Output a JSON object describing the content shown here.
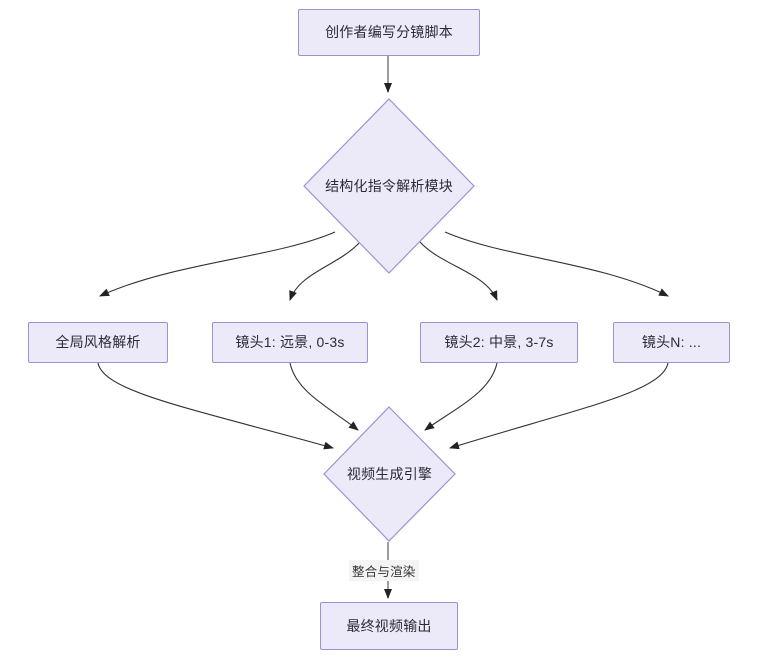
{
  "diagram": {
    "type": "flowchart",
    "direction": "top-down",
    "background_color": "#ffffff",
    "node_fill_color": "#ECEAF9",
    "node_border_color": "#9E90D4",
    "node_text_color": "#2b2b35",
    "edge_color": "#333333",
    "edge_label_bg_color": "#f4f4f4"
  },
  "nodes": {
    "start": {
      "label": "创作者编写分镜脚本",
      "shape": "rect"
    },
    "parser": {
      "label": "结构化指令解析模块",
      "shape": "diamond"
    },
    "style": {
      "label": "全局风格解析",
      "shape": "rect"
    },
    "shot1": {
      "label": "镜头1: 远景, 0-3s",
      "shape": "rect"
    },
    "shot2": {
      "label": "镜头2: 中景, 3-7s",
      "shape": "rect"
    },
    "shotN": {
      "label": "镜头N: ...",
      "shape": "rect"
    },
    "engine": {
      "label": "视频生成引擎",
      "shape": "diamond"
    },
    "output": {
      "label": "最终视频输出",
      "shape": "rect"
    }
  },
  "edges": [
    {
      "from": "start",
      "to": "parser",
      "label": ""
    },
    {
      "from": "parser",
      "to": "style",
      "label": ""
    },
    {
      "from": "parser",
      "to": "shot1",
      "label": ""
    },
    {
      "from": "parser",
      "to": "shot2",
      "label": ""
    },
    {
      "from": "parser",
      "to": "shotN",
      "label": ""
    },
    {
      "from": "style",
      "to": "engine",
      "label": ""
    },
    {
      "from": "shot1",
      "to": "engine",
      "label": ""
    },
    {
      "from": "shot2",
      "to": "engine",
      "label": ""
    },
    {
      "from": "shotN",
      "to": "engine",
      "label": ""
    },
    {
      "from": "engine",
      "to": "output",
      "label": "整合与渲染"
    }
  ],
  "edge_labels": {
    "render": "整合与渲染"
  }
}
